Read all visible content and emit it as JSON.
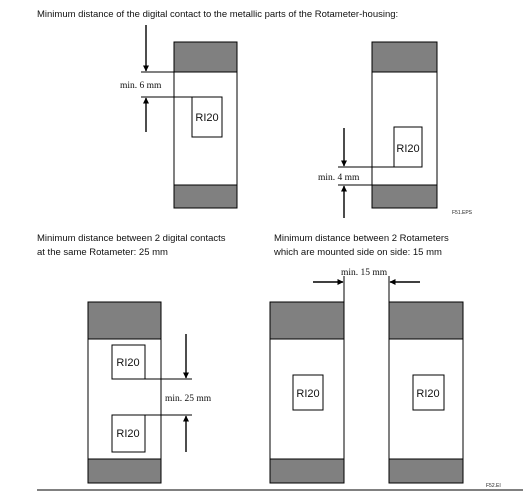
{
  "title": "Minimum distance of the digital contact to the metallic parts of the Rotameter-housing:",
  "captions": {
    "contacts_line1": "Minimum distance between 2 digital contacts",
    "contacts_line2": "at the same Rotameter: 25 mm",
    "side_line1": "Minimum distance between 2 Rotameters",
    "side_line2": "which are mounted side on side: 15 mm"
  },
  "dimensions": {
    "top": "min. 6 mm",
    "bottom": "min. 4 mm",
    "between_contacts": "min. 25 mm",
    "between_meters": "min. 15 mm"
  },
  "contact_label": "RI20",
  "figure_codes": {
    "upper": "F51.EPS",
    "lower": "F52.EI"
  },
  "colors": {
    "housing": "#808080",
    "body": "#ffffff",
    "line": "#000000"
  }
}
